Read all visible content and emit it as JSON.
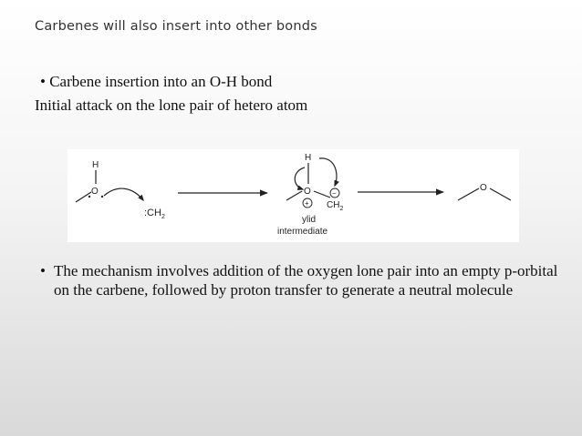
{
  "slide": {
    "title": "Carbenes will also insert into other bonds",
    "bullet_char": "•",
    "bullet1": "Carbene insertion into an O-H bond",
    "sub1": "Initial attack on the lone pair of hetero atom",
    "bullet2": "The mechanism involves addition of the oxygen lone pair into an empty p-orbital on the carbene, followed by proton transfer to generate a neutral molecule"
  },
  "scheme": {
    "h_left": "H",
    "o_left": "O",
    "carbene": ":CH",
    "carbene_sub": "2",
    "h_mid": "H",
    "o_mid": "O",
    "plus": "+",
    "minus": "−",
    "ch2_mid": "CH",
    "ch2_mid_sub": "2",
    "ylid_label": "ylid",
    "intermediate_label": "intermediate",
    "o_right": "O"
  }
}
